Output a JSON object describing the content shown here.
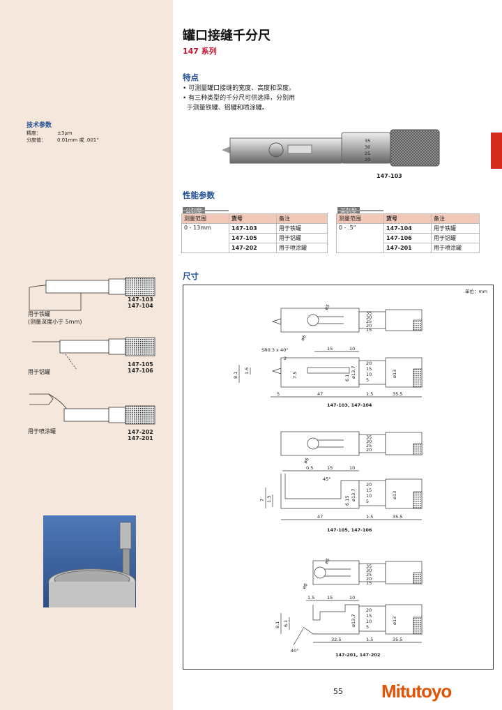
{
  "header": {
    "title": "罐口接缝千分尺",
    "series": "147 系列"
  },
  "features": {
    "heading": "特点",
    "items": [
      "• 可测量罐口接缝的宽度、高度和深度。",
      "• 有三种类型的千分尺可供选择，分别用",
      "  于测量铁罐、铝罐和喷涂罐。"
    ]
  },
  "tech": {
    "heading": "技术参数",
    "rows": [
      {
        "k": "精度：",
        "v": "±3μm"
      },
      {
        "k": "分度值：",
        "v": "0.01mm 或 .001\""
      }
    ]
  },
  "product_photo": {
    "caption": "147-103",
    "scale": [
      "35",
      "30",
      "25",
      "20"
    ]
  },
  "perf": {
    "heading": "性能参数",
    "metric": {
      "tag": "公制型",
      "headers": [
        "测量范围",
        "货号",
        "备注"
      ],
      "range": "0 - 13mm",
      "rows": [
        {
          "code": "147-103",
          "note": "用于铁罐"
        },
        {
          "code": "147-105",
          "note": "用于铝罐"
        },
        {
          "code": "147-202",
          "note": "用于喷涂罐"
        }
      ]
    },
    "inch": {
      "tag": "英制型",
      "headers": [
        "测量范围",
        "货号",
        "备注"
      ],
      "range": "0 - .5\"",
      "rows": [
        {
          "code": "147-104",
          "note": "用于铁罐"
        },
        {
          "code": "147-106",
          "note": "用于铝罐"
        },
        {
          "code": "147-201",
          "note": "用于喷涂罐"
        }
      ]
    }
  },
  "dims": {
    "heading": "尺寸",
    "unit": "单位：mm",
    "d1": {
      "caption": "147-103, 147-104",
      "phi5": "ø5",
      "phi6": "ø6",
      "sr": "SR0.3 x 40°",
      "d2": "2",
      "d15": "15",
      "d10": "10",
      "h81": "8.1",
      "h15": "1.5",
      "h75": "7.5",
      "h61": "6.1",
      "phi137": "ø13.7",
      "phi13": "ø13",
      "b5": "5",
      "b47": "47",
      "b15": "1.5",
      "b355": "35.5",
      "scale_top": [
        "35",
        "30",
        "25",
        "20",
        "15"
      ],
      "scale_bot": [
        "20",
        "15",
        "10",
        "5"
      ]
    },
    "d2": {
      "caption": "147-105, 147-106",
      "phi6": "ø6",
      "t05": "0.5",
      "t15": "15",
      "t10": "10",
      "ang": "45°",
      "h7": "7",
      "h13": "1.3",
      "h615": "6.15",
      "phi137": "ø13.7",
      "phi13": "ø13",
      "b47": "47",
      "b15": "1.5",
      "b355": "35.5",
      "scale_top": [
        "35",
        "30",
        "25",
        "20"
      ],
      "scale_bot": [
        "20",
        "15",
        "10",
        "5"
      ]
    },
    "d3": {
      "caption": "147-201, 147-202",
      "phi5": "ø5",
      "phi6": "ø6",
      "t15a": "1.5",
      "t15": "15",
      "t10": "10",
      "h81": "8.1",
      "h61": "6.1",
      "phi137": "ø13.7",
      "phi13": "ø13",
      "ang": "40°",
      "b325": "32.5",
      "b15": "1.5",
      "b355": "35.5",
      "scale_top": [
        "35",
        "30",
        "25",
        "20",
        "15"
      ],
      "scale_bot": [
        "20",
        "15",
        "10",
        "5"
      ]
    }
  },
  "sidebar_figs": {
    "f1": {
      "codes": [
        "147-103",
        "147-104"
      ],
      "label1": "用于铁罐",
      "label2": "(测量深度小于 5mm)"
    },
    "f2": {
      "codes": [
        "147-105",
        "147-106"
      ],
      "label": "用于铝罐"
    },
    "f3": {
      "codes": [
        "147-202",
        "147-201"
      ],
      "label": "用于喷涂罐"
    }
  },
  "footer": {
    "page": "55",
    "brand": "Mitutoyo"
  },
  "colors": {
    "sidebar": "#f6e7dc",
    "accent_red": "#d52b1e",
    "heading_blue": "#1f4e96",
    "brand_orange": "#e35205"
  }
}
